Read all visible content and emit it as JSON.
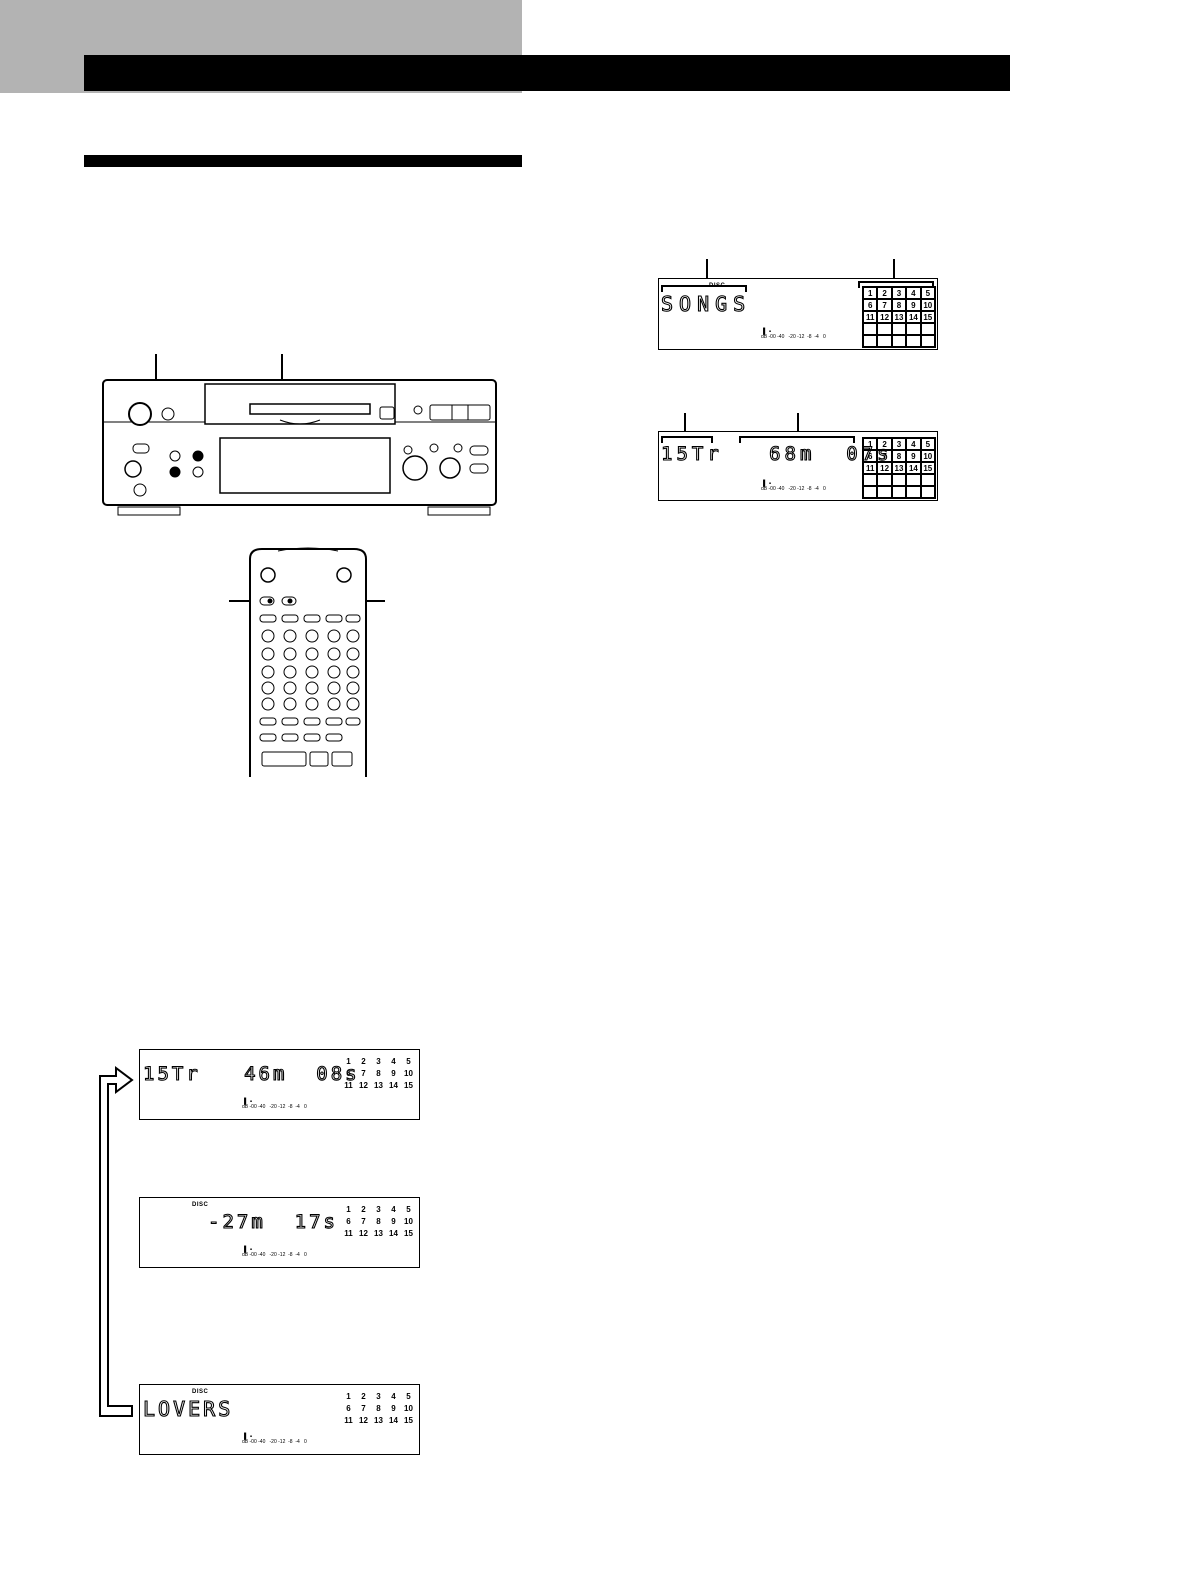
{
  "display_a": {
    "disc_label": "DISC",
    "segment_text": "SONGS",
    "track_numbers": [
      "1",
      "2",
      "3",
      "4",
      "5",
      "6",
      "7",
      "8",
      "9",
      "10",
      "11",
      "12",
      "13",
      "14",
      "15",
      "",
      "",
      "",
      "",
      "",
      "",
      "",
      "",
      "",
      ""
    ],
    "meter_ticks": "dB -00 -40   -20 -12  -8  -4   0"
  },
  "display_b": {
    "segment_text": "15Tr   68m  07s",
    "track_numbers": [
      "1",
      "2",
      "3",
      "4",
      "5",
      "6",
      "7",
      "8",
      "9",
      "10",
      "11",
      "12",
      "13",
      "14",
      "15",
      "",
      "",
      "",
      "",
      "",
      "",
      "",
      "",
      "",
      ""
    ],
    "meter_ticks": "dB -00 -40   -20 -12  -8  -4   0"
  },
  "display_c": {
    "segment_text": "15Tr   46m  08s",
    "track_numbers": [
      "1",
      "2",
      "3",
      "4",
      "5",
      "6",
      "7",
      "8",
      "9",
      "10",
      "11",
      "12",
      "13",
      "14",
      "15"
    ],
    "meter_ticks": "dB -00 -40   -20 -12  -8  -4   0"
  },
  "display_d": {
    "disc_label": "DISC",
    "segment_text": "-27m  17s",
    "track_numbers": [
      "1",
      "2",
      "3",
      "4",
      "5",
      "6",
      "7",
      "8",
      "9",
      "10",
      "11",
      "12",
      "13",
      "14",
      "15"
    ],
    "meter_ticks": "dB -00 -40   -20 -12  -8  -4   0"
  },
  "display_e": {
    "disc_label": "DISC",
    "segment_text": "LOVERS",
    "track_numbers": [
      "1",
      "2",
      "3",
      "4",
      "5",
      "6",
      "7",
      "8",
      "9",
      "10",
      "11",
      "12",
      "13",
      "14",
      "15"
    ],
    "meter_ticks": "dB -00 -40   -20 -12  -8  -4   0"
  }
}
